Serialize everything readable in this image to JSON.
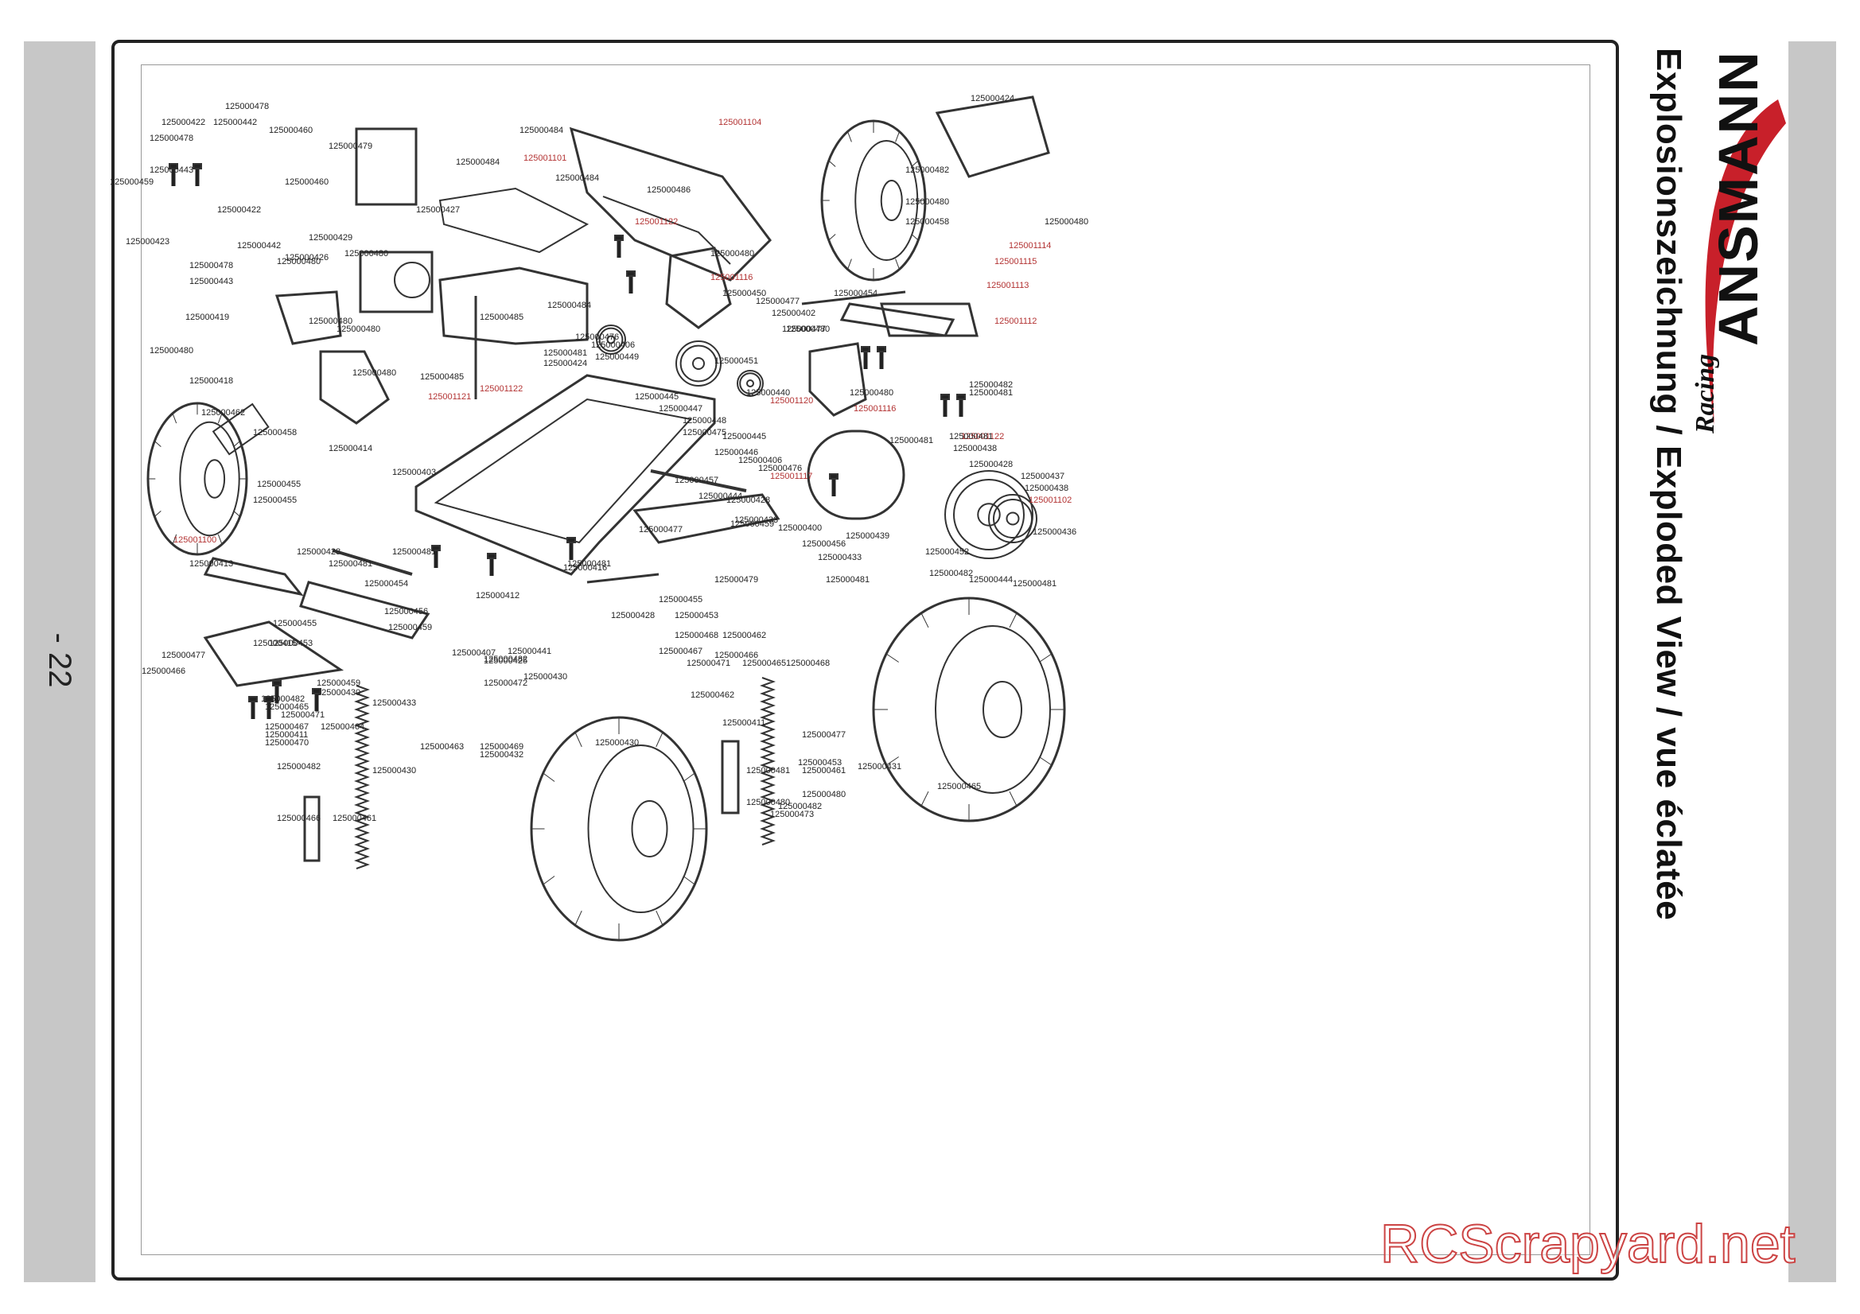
{
  "page": {
    "number": "- 22 -",
    "title": "Explosionszeichnung / Exploded View / vue éclatée",
    "brand_name": "ANSMANN",
    "brand_sub": "Racing",
    "watermark": "RCScrapyard.net"
  },
  "colors": {
    "label": "#222222",
    "highlight_label": "#b33333",
    "line": "#333333",
    "leader_red": "#c05050",
    "brand_red": "#c8202a",
    "sidebar_gray": "#c7c7c7"
  },
  "labels": [
    {
      "text": "125000478",
      "highlight": false
    },
    {
      "text": "125000422",
      "highlight": false
    },
    {
      "text": "125000442",
      "highlight": false
    },
    {
      "text": "125000460",
      "highlight": false
    },
    {
      "text": "125000478",
      "highlight": false
    },
    {
      "text": "125000443",
      "highlight": false
    },
    {
      "text": "125000459",
      "highlight": false
    },
    {
      "text": "125000422",
      "highlight": false
    },
    {
      "text": "125000423",
      "highlight": false
    },
    {
      "text": "125000442",
      "highlight": false
    },
    {
      "text": "125000478",
      "highlight": false
    },
    {
      "text": "125000443",
      "highlight": false
    },
    {
      "text": "125000479",
      "highlight": false
    },
    {
      "text": "125000460",
      "highlight": false
    },
    {
      "text": "125000429",
      "highlight": false
    },
    {
      "text": "125000426",
      "highlight": false
    },
    {
      "text": "125000480",
      "highlight": false
    },
    {
      "text": "125000480",
      "highlight": false
    },
    {
      "text": "125000427",
      "highlight": false
    },
    {
      "text": "125000484",
      "highlight": false
    },
    {
      "text": "125001101",
      "highlight": true
    },
    {
      "text": "125000484",
      "highlight": false
    },
    {
      "text": "125000484",
      "highlight": false
    },
    {
      "text": "125000484",
      "highlight": false
    },
    {
      "text": "125001104",
      "highlight": true
    },
    {
      "text": "125000486",
      "highlight": false
    },
    {
      "text": "125000424",
      "highlight": false
    },
    {
      "text": "125000482",
      "highlight": false
    },
    {
      "text": "125000480",
      "highlight": false
    },
    {
      "text": "125000458",
      "highlight": false
    },
    {
      "text": "125000480",
      "highlight": false
    },
    {
      "text": "125001114",
      "highlight": true
    },
    {
      "text": "125001115",
      "highlight": true
    },
    {
      "text": "125001113",
      "highlight": true
    },
    {
      "text": "125001112",
      "highlight": true
    },
    {
      "text": "125001122",
      "highlight": true
    },
    {
      "text": "125000480",
      "highlight": false
    },
    {
      "text": "125001116",
      "highlight": true
    },
    {
      "text": "125000450",
      "highlight": false
    },
    {
      "text": "125000477",
      "highlight": false
    },
    {
      "text": "125000402",
      "highlight": false
    },
    {
      "text": "125000480",
      "highlight": false
    },
    {
      "text": "125000477",
      "highlight": false
    },
    {
      "text": "125000454",
      "highlight": false
    },
    {
      "text": "125000419",
      "highlight": false
    },
    {
      "text": "125000480",
      "highlight": false
    },
    {
      "text": "125000480",
      "highlight": false
    },
    {
      "text": "125000480",
      "highlight": false
    },
    {
      "text": "125000418",
      "highlight": false
    },
    {
      "text": "125000480",
      "highlight": false
    },
    {
      "text": "125000485",
      "highlight": false
    },
    {
      "text": "125000485",
      "highlight": false
    },
    {
      "text": "125001121",
      "highlight": true
    },
    {
      "text": "125001122",
      "highlight": true
    },
    {
      "text": "125000476",
      "highlight": false
    },
    {
      "text": "125000406",
      "highlight": false
    },
    {
      "text": "125000449",
      "highlight": false
    },
    {
      "text": "125000481",
      "highlight": false
    },
    {
      "text": "125000424",
      "highlight": false
    },
    {
      "text": "125000451",
      "highlight": false
    },
    {
      "text": "125000445",
      "highlight": false
    },
    {
      "text": "125000447",
      "highlight": false
    },
    {
      "text": "125000440",
      "highlight": false
    },
    {
      "text": "125001120",
      "highlight": true
    },
    {
      "text": "125001116",
      "highlight": true
    },
    {
      "text": "125000480",
      "highlight": false
    },
    {
      "text": "125000481",
      "highlight": false
    },
    {
      "text": "125001122",
      "highlight": true
    },
    {
      "text": "125000482",
      "highlight": false
    },
    {
      "text": "125000462",
      "highlight": false
    },
    {
      "text": "125000458",
      "highlight": false
    },
    {
      "text": "125000414",
      "highlight": false
    },
    {
      "text": "125000455",
      "highlight": false
    },
    {
      "text": "125000455",
      "highlight": false
    },
    {
      "text": "125001100",
      "highlight": true
    },
    {
      "text": "125000403",
      "highlight": false
    },
    {
      "text": "125000448",
      "highlight": false
    },
    {
      "text": "125000475",
      "highlight": false
    },
    {
      "text": "125000445",
      "highlight": false
    },
    {
      "text": "125000446",
      "highlight": false
    },
    {
      "text": "125000406",
      "highlight": false
    },
    {
      "text": "125000476",
      "highlight": false
    },
    {
      "text": "125001117",
      "highlight": true
    },
    {
      "text": "125000481",
      "highlight": false
    },
    {
      "text": "125000481",
      "highlight": false
    },
    {
      "text": "125000438",
      "highlight": false
    },
    {
      "text": "125000428",
      "highlight": false
    },
    {
      "text": "125000457",
      "highlight": false
    },
    {
      "text": "125000444",
      "highlight": false
    },
    {
      "text": "125000428",
      "highlight": false
    },
    {
      "text": "125000433",
      "highlight": false
    },
    {
      "text": "125000459",
      "highlight": false
    },
    {
      "text": "125000400",
      "highlight": false
    },
    {
      "text": "125000437",
      "highlight": false
    },
    {
      "text": "125000438",
      "highlight": false
    },
    {
      "text": "125001102",
      "highlight": true
    },
    {
      "text": "125000439",
      "highlight": false
    },
    {
      "text": "125000436",
      "highlight": false
    },
    {
      "text": "125000413",
      "highlight": false
    },
    {
      "text": "125000428",
      "highlight": false
    },
    {
      "text": "125000481",
      "highlight": false
    },
    {
      "text": "125000481",
      "highlight": false
    },
    {
      "text": "125000481",
      "highlight": false
    },
    {
      "text": "125000416",
      "highlight": false
    },
    {
      "text": "125000412",
      "highlight": false
    },
    {
      "text": "125000477",
      "highlight": false
    },
    {
      "text": "125000456",
      "highlight": false
    },
    {
      "text": "125000433",
      "highlight": false
    },
    {
      "text": "125000479",
      "highlight": false
    },
    {
      "text": "125000481",
      "highlight": false
    },
    {
      "text": "125000452",
      "highlight": false
    },
    {
      "text": "125000482",
      "highlight": false
    },
    {
      "text": "125000444",
      "highlight": false
    },
    {
      "text": "125000481",
      "highlight": false
    },
    {
      "text": "125000454",
      "highlight": false
    },
    {
      "text": "125000428",
      "highlight": false
    },
    {
      "text": "125000456",
      "highlight": false
    },
    {
      "text": "125000455",
      "highlight": false
    },
    {
      "text": "125000453",
      "highlight": false
    },
    {
      "text": "125000459",
      "highlight": false
    },
    {
      "text": "125000455",
      "highlight": false
    },
    {
      "text": "125000415",
      "highlight": false
    },
    {
      "text": "125000453",
      "highlight": false
    },
    {
      "text": "125000407",
      "highlight": false
    },
    {
      "text": "125000425",
      "highlight": false
    },
    {
      "text": "125000441",
      "highlight": false
    },
    {
      "text": "125000477",
      "highlight": false
    },
    {
      "text": "125000466",
      "highlight": false
    },
    {
      "text": "125000482",
      "highlight": false
    },
    {
      "text": "125000430",
      "highlight": false
    },
    {
      "text": "125000468",
      "highlight": false
    },
    {
      "text": "125000462",
      "highlight": false
    },
    {
      "text": "125000467",
      "highlight": false
    },
    {
      "text": "125000466",
      "highlight": false
    },
    {
      "text": "125000471",
      "highlight": false
    },
    {
      "text": "125000465",
      "highlight": false
    },
    {
      "text": "125000468",
      "highlight": false
    },
    {
      "text": "125000459",
      "highlight": false
    },
    {
      "text": "125000433",
      "highlight": false
    },
    {
      "text": "125000482",
      "highlight": false
    },
    {
      "text": "125000430",
      "highlight": false
    },
    {
      "text": "125000465",
      "highlight": false
    },
    {
      "text": "125000471",
      "highlight": false
    },
    {
      "text": "125000462",
      "highlight": false
    },
    {
      "text": "125000467",
      "highlight": false
    },
    {
      "text": "125000411",
      "highlight": false
    },
    {
      "text": "125000464",
      "highlight": false
    },
    {
      "text": "125000470",
      "highlight": false
    },
    {
      "text": "125000472",
      "highlight": false
    },
    {
      "text": "125000453",
      "highlight": false
    },
    {
      "text": "125000411",
      "highlight": false
    },
    {
      "text": "125000477",
      "highlight": false
    },
    {
      "text": "125000431",
      "highlight": false
    },
    {
      "text": "125000481",
      "highlight": false
    },
    {
      "text": "125000463",
      "highlight": false
    },
    {
      "text": "125000469",
      "highlight": false
    },
    {
      "text": "125000432",
      "highlight": false
    },
    {
      "text": "125000482",
      "highlight": false
    },
    {
      "text": "125000430",
      "highlight": false
    },
    {
      "text": "125000430",
      "highlight": false
    },
    {
      "text": "125000465",
      "highlight": false
    },
    {
      "text": "125000461",
      "highlight": false
    },
    {
      "text": "125000480",
      "highlight": false
    },
    {
      "text": "125000466",
      "highlight": false
    },
    {
      "text": "125000461",
      "highlight": false
    },
    {
      "text": "125000480",
      "highlight": false
    },
    {
      "text": "125000473",
      "highlight": false
    },
    {
      "text": "125000482",
      "highlight": false
    }
  ]
}
